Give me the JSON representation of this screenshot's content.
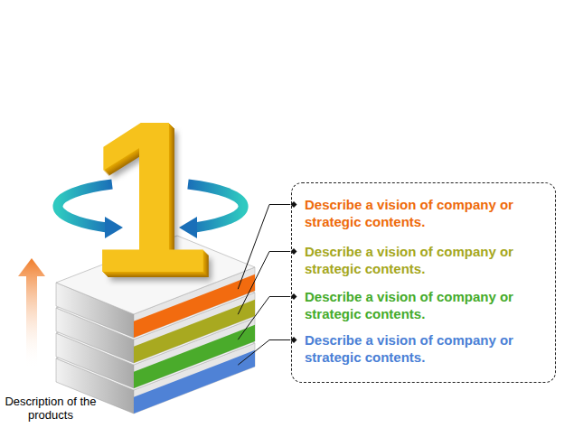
{
  "diagram": {
    "nodes": [
      {
        "text": [
          "Describe a vision of company or strategic contents.",
          "Describe a vision of company or strategic contents.",
          "Describe a vision of company or strategic contents.",
          "Describe a vision of company or strategic contents."
        ]
      }
    ],
    "labels": [
      "1",
      "Description of the products"
    ]
  }
}
